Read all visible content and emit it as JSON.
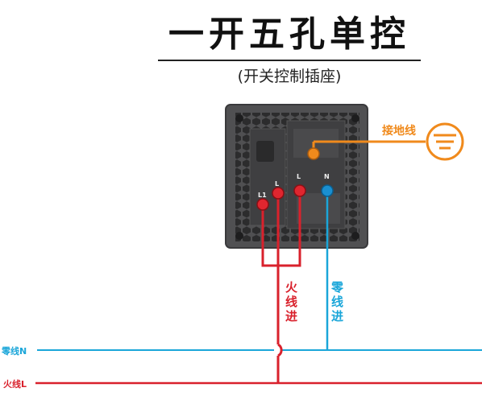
{
  "title": "一开五孔单控",
  "subtitle": "(开关控制插座)",
  "labels": {
    "ground": "接地线",
    "live_in": "火线进",
    "neutral_in": "零线进",
    "neutral_line": "零线N",
    "live_line": "火线L",
    "terminal_l1": "L1",
    "terminal_l": "L",
    "terminal_l2": "L",
    "terminal_n": "N"
  },
  "colors": {
    "live": "#d9212c",
    "neutral": "#1aa6d9",
    "ground": "#f08a1c",
    "panel": "#4a4a4c",
    "panel_dark": "#2c2c2e"
  }
}
